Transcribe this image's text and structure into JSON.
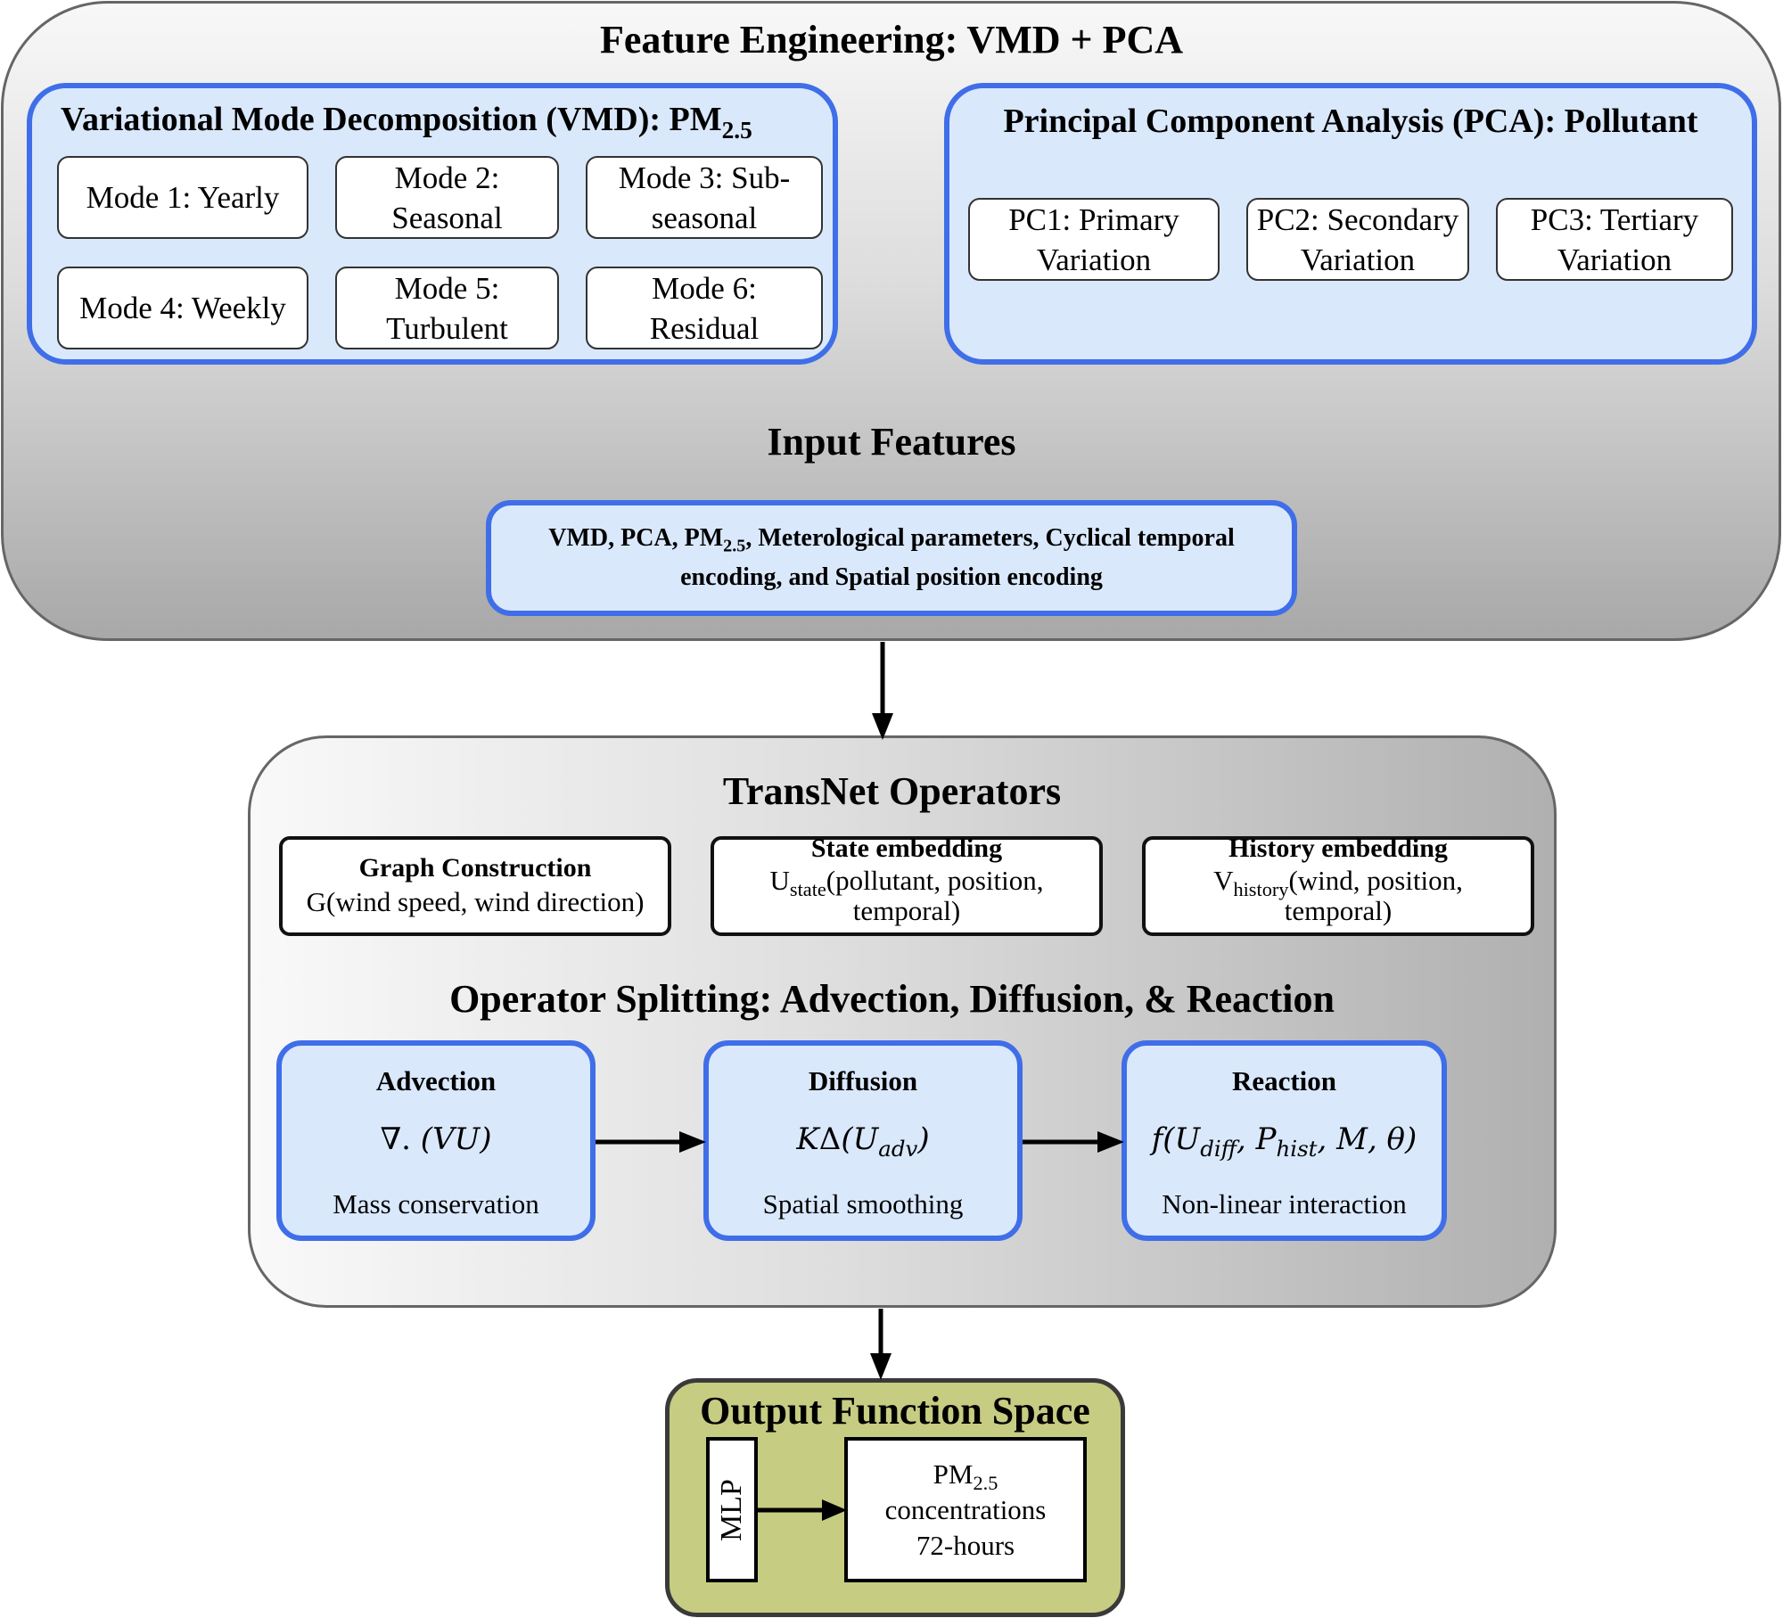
{
  "feature_engineering": {
    "title": "Feature Engineering: VMD + PCA",
    "vmd": {
      "title": "Variational Mode Decomposition (VMD): PM",
      "title_sub": "2.5",
      "modes": [
        {
          "line1": "Mode 1: Yearly",
          "line2": ""
        },
        {
          "line1": "Mode 2:",
          "line2": "Seasonal"
        },
        {
          "line1": "Mode 3: Sub-",
          "line2": "seasonal"
        },
        {
          "line1": "Mode 4: Weekly",
          "line2": ""
        },
        {
          "line1": "Mode 5:",
          "line2": "Turbulent"
        },
        {
          "line1": "Mode 6:",
          "line2": "Residual"
        }
      ]
    },
    "pca": {
      "title": "Principal Component Analysis (PCA): Pollutant",
      "components": [
        {
          "line1": "PC1: Primary",
          "line2": "Variation"
        },
        {
          "line1": "PC2: Secondary",
          "line2": "Variation"
        },
        {
          "line1": "PC3: Tertiary",
          "line2": "Variation"
        }
      ]
    },
    "input_features": {
      "title": "Input Features",
      "text_part1": "VMD, PCA, PM",
      "text_sub": "2.5",
      "text_part2": ", Meterological parameters, Cyclical temporal",
      "text_line2": "encoding, and Spatial position encoding"
    }
  },
  "transnet": {
    "title": "TransNet Operators",
    "graph": {
      "title": "Graph Construction",
      "text": "G(wind speed, wind direction)"
    },
    "state": {
      "title": "State embedding",
      "symbol": "U",
      "symbol_sub": "state",
      "text": "(pollutant, position,",
      "text_line2": "temporal)"
    },
    "history": {
      "title": "History embedding",
      "symbol": "V",
      "symbol_sub": "history",
      "text": "(wind, position,",
      "text_line2": "temporal)"
    },
    "splitting_title": "Operator Splitting: Advection, Diffusion, & Reaction",
    "advection": {
      "title": "Advection",
      "formula": "∇. (VU)",
      "caption": "Mass conservation"
    },
    "diffusion": {
      "title": "Diffusion",
      "formula": "KΔ(U_adv)",
      "caption": "Spatial smoothing"
    },
    "reaction": {
      "title": "Reaction",
      "formula": "f(U_diff, P_hist, M, θ)",
      "caption": "Non-linear interaction"
    }
  },
  "output": {
    "title": "Output Function Space",
    "mlp": "MLP",
    "result_symbol": "PM",
    "result_sub": "2.5",
    "result_line2": "concentrations",
    "result_line3": "72-hours"
  },
  "colors": {
    "box_fill": "#dae8fc",
    "box_border": "#3f6ee8",
    "output_fill": "#c6cc82"
  }
}
